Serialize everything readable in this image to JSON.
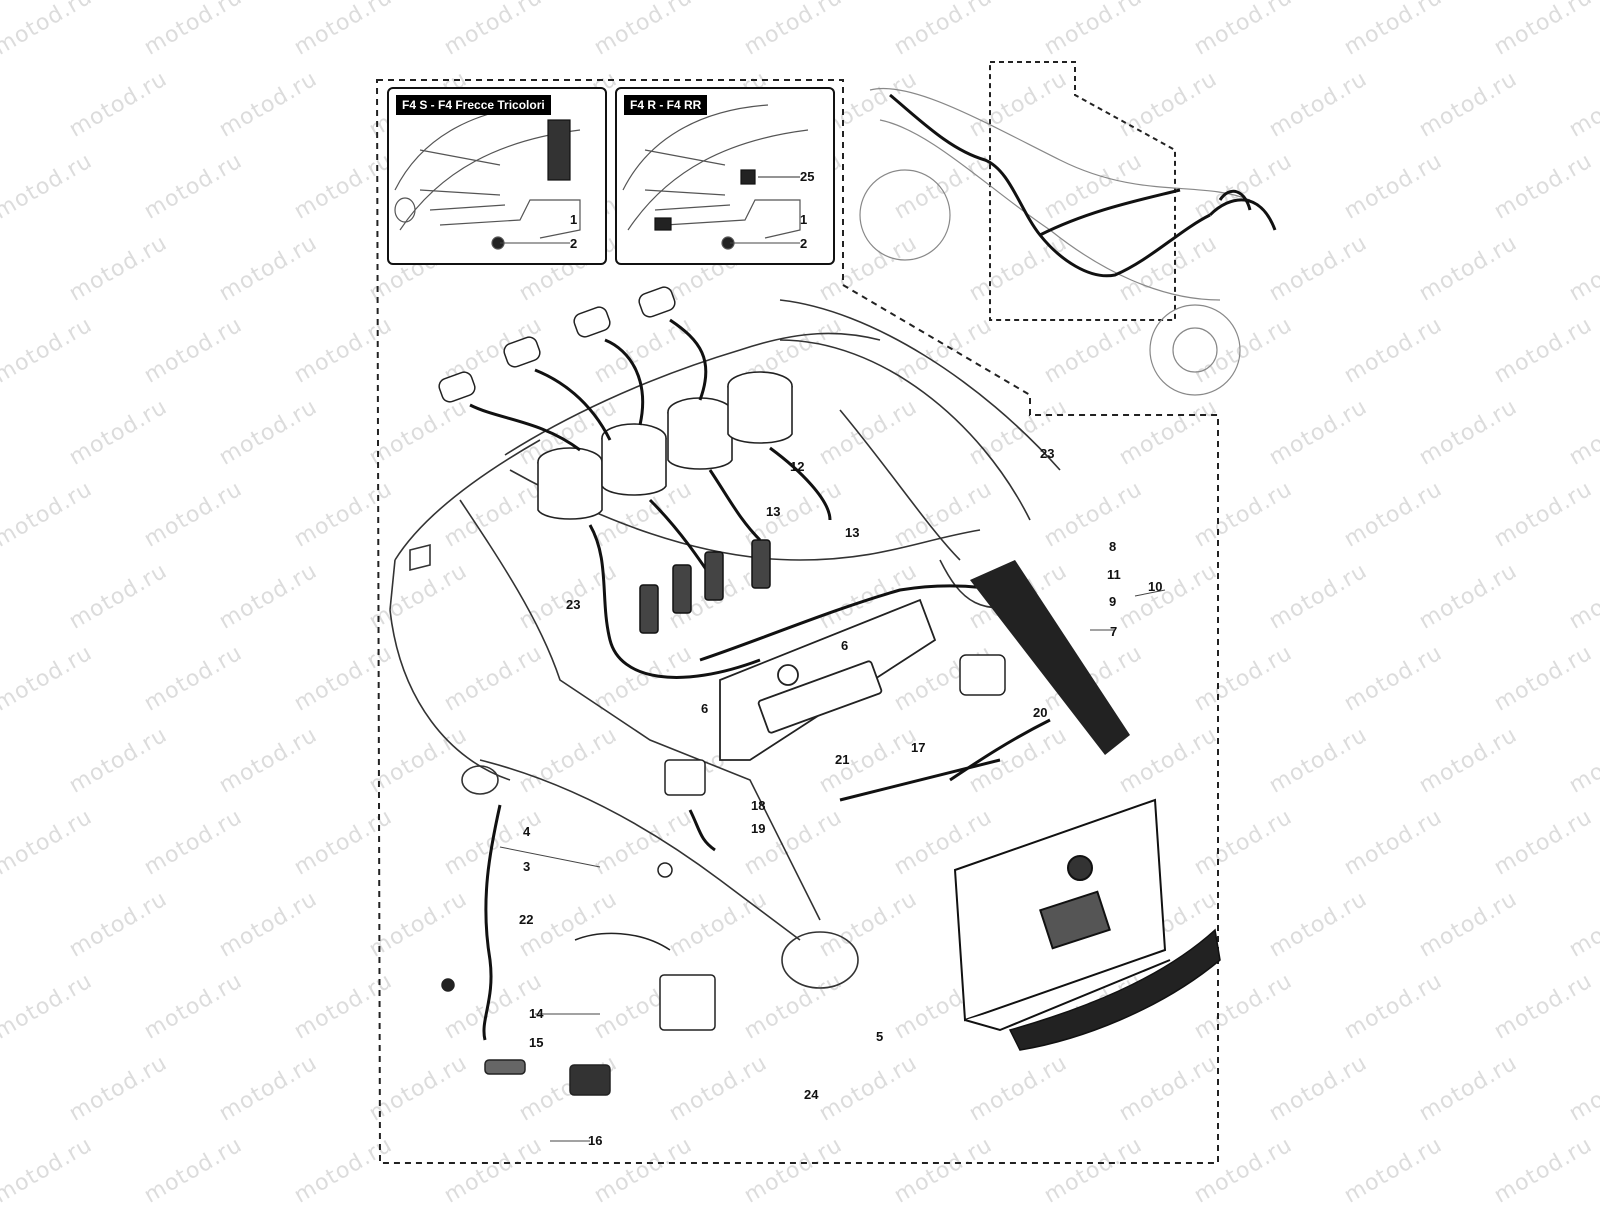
{
  "watermark": "motod.ru",
  "insets": [
    {
      "title": "F4 S - F4 Frecce Tricolori",
      "callouts": [
        "1",
        "2"
      ]
    },
    {
      "title": "F4 R - F4 RR",
      "callouts": [
        "25",
        "1",
        "2"
      ]
    }
  ],
  "callouts": {
    "c23a": "23",
    "c12": "12",
    "c13a": "13",
    "c13b": "13",
    "c8": "8",
    "c11": "11",
    "c10": "10",
    "c9": "9",
    "c7": "7",
    "c23b": "23",
    "c6a": "6",
    "c6b": "6",
    "c20": "20",
    "c17": "17",
    "c21": "21",
    "c18": "18",
    "c19": "19",
    "c4": "4",
    "c3": "3",
    "c22": "22",
    "c14": "14",
    "c15": "15",
    "c5": "5",
    "c24": "24",
    "c16": "16"
  }
}
